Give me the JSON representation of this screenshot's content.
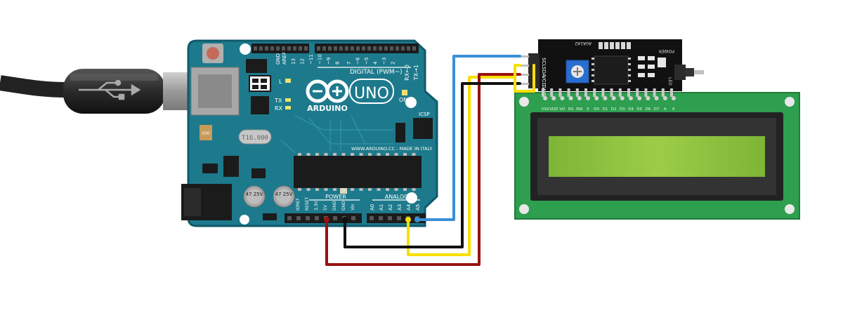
{
  "colors": {
    "board": "#1d7a8c",
    "board_edge": "#0f5a6a",
    "header": "#1b1b1b",
    "lcd_pcb": "#2e9e4f",
    "lcd_screen": "#8cc23f",
    "i2c_pcb": "#111111",
    "wire_blue": "#3a8fd6",
    "wire_yellow": "#f6e000",
    "wire_red": "#9a1111",
    "wire_black": "#111111",
    "usb_cable": "#2a2a2a",
    "usb_plug": "#9a9a9a",
    "pot": "#2a6fd0"
  },
  "arduino": {
    "brand": "ARDUINO",
    "model": "UNO",
    "digital_label": "DIGITAL (PWM~)",
    "website": "WWW.ARDUINO.CC - MADE IN ITALY",
    "power_label": "POWER",
    "analog_label": "ANALOG IN",
    "crystal": "T16.000",
    "icsp": "ICSP",
    "aref": "AREF",
    "gnd_top": "GND",
    "on": "ON",
    "l": "L",
    "tx": "TX",
    "rx": "RX",
    "tx_pin": "TX→1",
    "rx_pin": "RX←0",
    "reset": "RESET",
    "digital_pins": [
      "13",
      "12",
      "~11",
      "~10",
      "~9",
      "8",
      "7",
      "~6",
      "~5",
      "4",
      "~3",
      "2"
    ],
    "power_pins": [
      "IOREF",
      "RESET",
      "3.3V",
      "5V",
      "GND",
      "GND",
      "Vin"
    ],
    "analog_pins": [
      "A0",
      "A1",
      "A2",
      "A3",
      "A4",
      "A5"
    ],
    "cap_label": "47 25V"
  },
  "i2c_module": {
    "pins": [
      "SCL",
      "SDA",
      "VCC",
      "GND"
    ],
    "address": "A0A1A2",
    "power": "POWER",
    "led": "LED"
  },
  "lcd": {
    "pins": [
      "VSS",
      "VDD",
      "VO",
      "RS",
      "RW",
      "E",
      "D0",
      "D1",
      "D2",
      "D3",
      "D4",
      "D5",
      "D6",
      "D7",
      "A",
      "K"
    ]
  }
}
